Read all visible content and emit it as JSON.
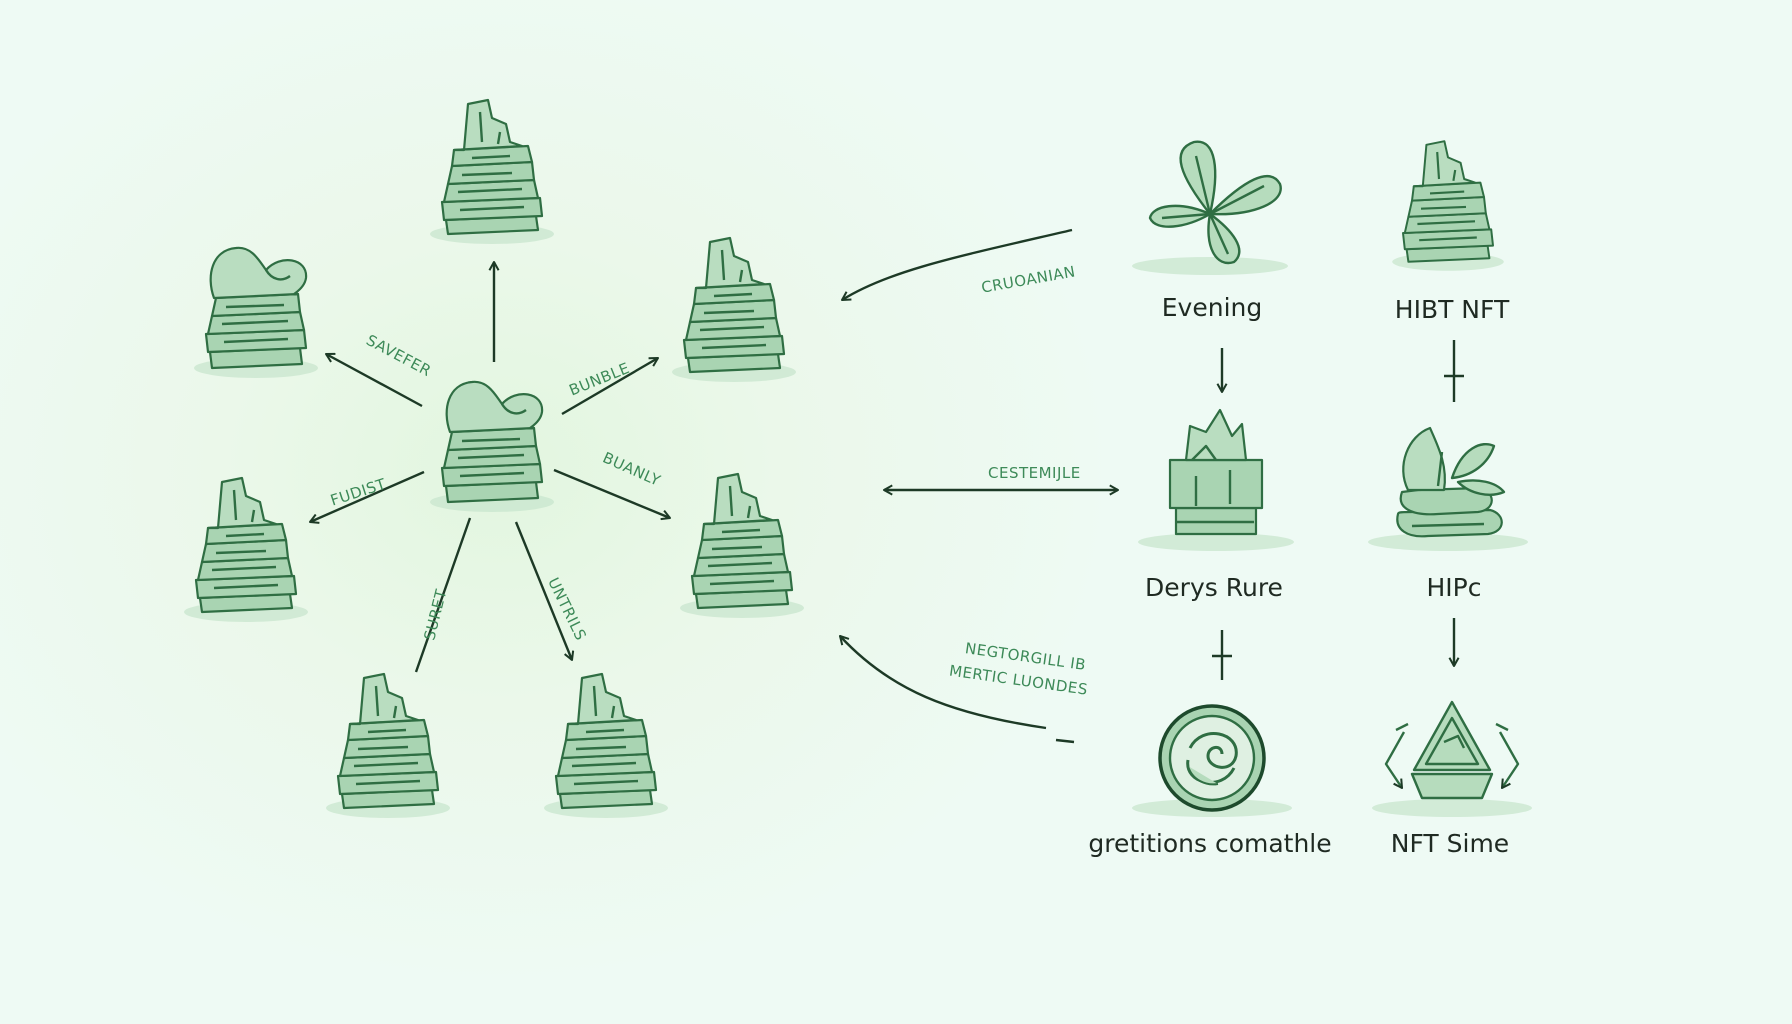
{
  "hub_labels": {
    "top_left": "SAVEFER",
    "top_right": "BUNBLE",
    "left": "FUDIST",
    "right": "BUANLY",
    "bottom_left": "SURET",
    "bottom_right": "UNTRILS"
  },
  "link_labels": {
    "top": "CRUOANIAN",
    "middle": "CESTEMIJLE",
    "bottom_line1": "NEGTORGILL IB",
    "bottom_line2": "MERTIC LUONDES"
  },
  "nodes": {
    "evening": "Evening",
    "hibt_nft": "HIBT NFT",
    "derys_rure": "Derys Rure",
    "hipc": "HIPc",
    "gretitions": "gretitions comathle",
    "nft_sime": "NFT Sime"
  },
  "icons": {
    "hub": "stone-stack-icon",
    "evening": "leaf-flower-icon",
    "hibt_nft": "stone-stack-icon",
    "derys_rure": "crystal-block-icon",
    "hipc": "leaf-stones-icon",
    "gretitions": "swirl-coin-icon",
    "nft_sime": "recycle-triangle-icon"
  },
  "colors": {
    "background": "#eefaf4",
    "stone_fill": "#a9d4b2",
    "stone_stroke": "#2f6e43",
    "arrow": "#1d3a26",
    "label_green": "#3d8a58",
    "node_text": "#1f2a22"
  }
}
